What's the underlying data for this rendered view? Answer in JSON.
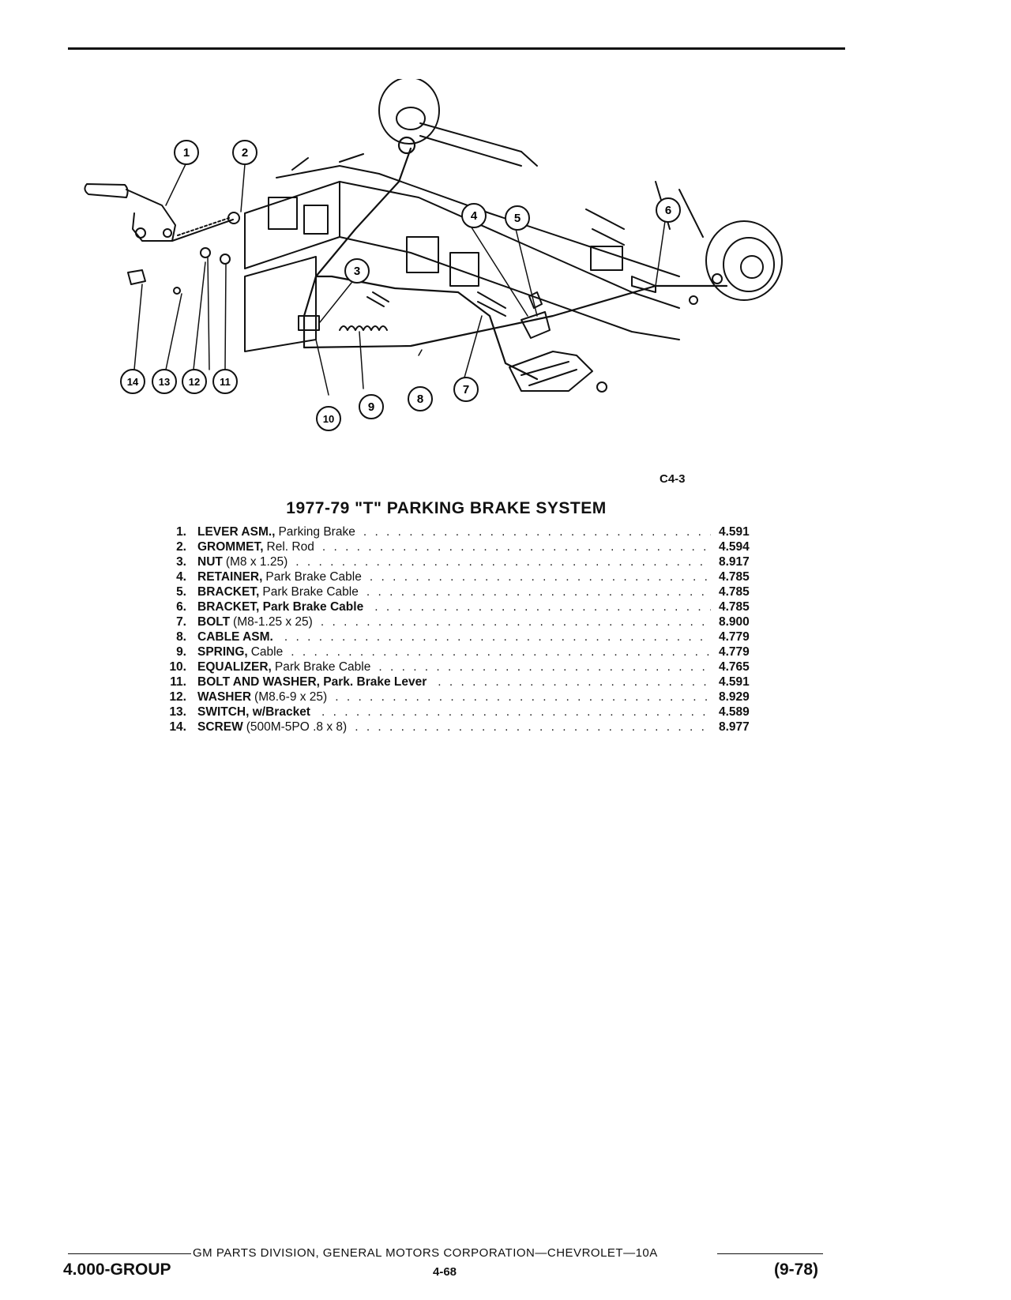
{
  "figure": {
    "code": "C4-3",
    "callouts": [
      "1",
      "2",
      "3",
      "4",
      "5",
      "6",
      "7",
      "8",
      "9",
      "10",
      "11",
      "12",
      "13",
      "14"
    ]
  },
  "title": "1977-79 \"T\" PARKING BRAKE SYSTEM",
  "parts": [
    {
      "num": "1.",
      "name": "LEVER ASM.,",
      "desc": "Parking Brake",
      "code": "4.591"
    },
    {
      "num": "2.",
      "name": "GROMMET,",
      "desc": "Rel. Rod",
      "code": "4.594"
    },
    {
      "num": "3.",
      "name": "NUT",
      "desc": "(M8 x 1.25)",
      "code": "8.917"
    },
    {
      "num": "4.",
      "name": "RETAINER,",
      "desc": "Park Brake Cable",
      "code": "4.785"
    },
    {
      "num": "5.",
      "name": "BRACKET,",
      "desc": "Park Brake Cable",
      "code": "4.785"
    },
    {
      "num": "6.",
      "name": "BRACKET, Park Brake Cable",
      "desc": "",
      "code": "4.785"
    },
    {
      "num": "7.",
      "name": "BOLT",
      "desc": "(M8-1.25 x 25)",
      "code": "8.900"
    },
    {
      "num": "8.",
      "name": "CABLE ASM.",
      "desc": "",
      "code": "4.779"
    },
    {
      "num": "9.",
      "name": "SPRING,",
      "desc": "Cable",
      "code": "4.779"
    },
    {
      "num": "10.",
      "name": "EQUALIZER,",
      "desc": "Park Brake Cable",
      "code": "4.765"
    },
    {
      "num": "11.",
      "name": "BOLT AND WASHER, Park. Brake Lever",
      "desc": "",
      "code": "4.591"
    },
    {
      "num": "12.",
      "name": "WASHER",
      "desc": "(M8.6-9 x 25)",
      "code": "8.929"
    },
    {
      "num": "13.",
      "name": "SWITCH, w/Bracket",
      "desc": "",
      "code": "4.589"
    },
    {
      "num": "14.",
      "name": "SCREW",
      "desc": "(500M-5PO .8 x 8)",
      "code": "8.977"
    }
  ],
  "footer": {
    "division": "GM PARTS DIVISION, GENERAL MOTORS CORPORATION—CHEVROLET—10A",
    "group": "4.000-GROUP",
    "page": "4-68",
    "date": "(9-78)"
  }
}
